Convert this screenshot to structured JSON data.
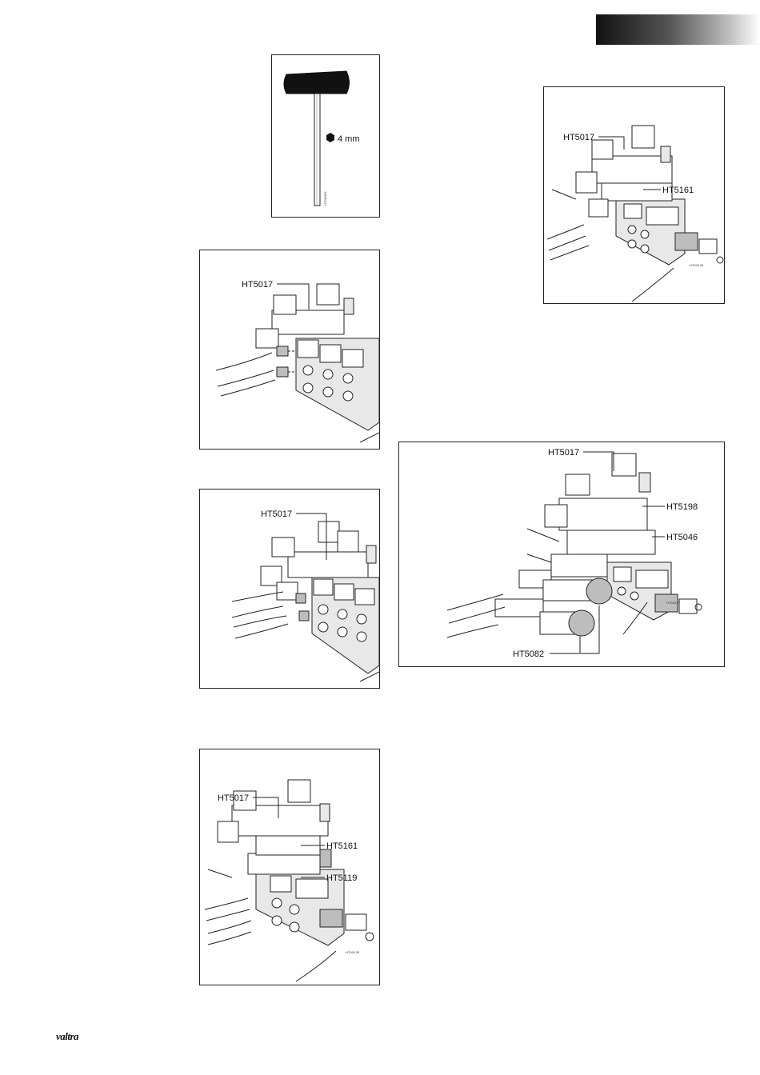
{
  "figures": {
    "hex_key": {
      "size_label": "4 mm",
      "code": "HTM1065"
    },
    "valve_a": {
      "callouts": [
        "HT5017"
      ]
    },
    "valve_b": {
      "callouts": [
        "HT5017"
      ]
    },
    "valve_c": {
      "callouts": [
        "HT5017",
        "HT5161",
        "HT5119"
      ],
      "code": "HTM1129"
    },
    "valve_d": {
      "callouts": [
        "HT5017",
        "HT5161"
      ],
      "code": "HTM1126"
    },
    "valve_e": {
      "callouts": [
        "HT5017",
        "HT5198",
        "HT5046",
        "HT5082"
      ],
      "code": "HTM1127"
    }
  },
  "footer": {
    "logo": "valtra"
  }
}
